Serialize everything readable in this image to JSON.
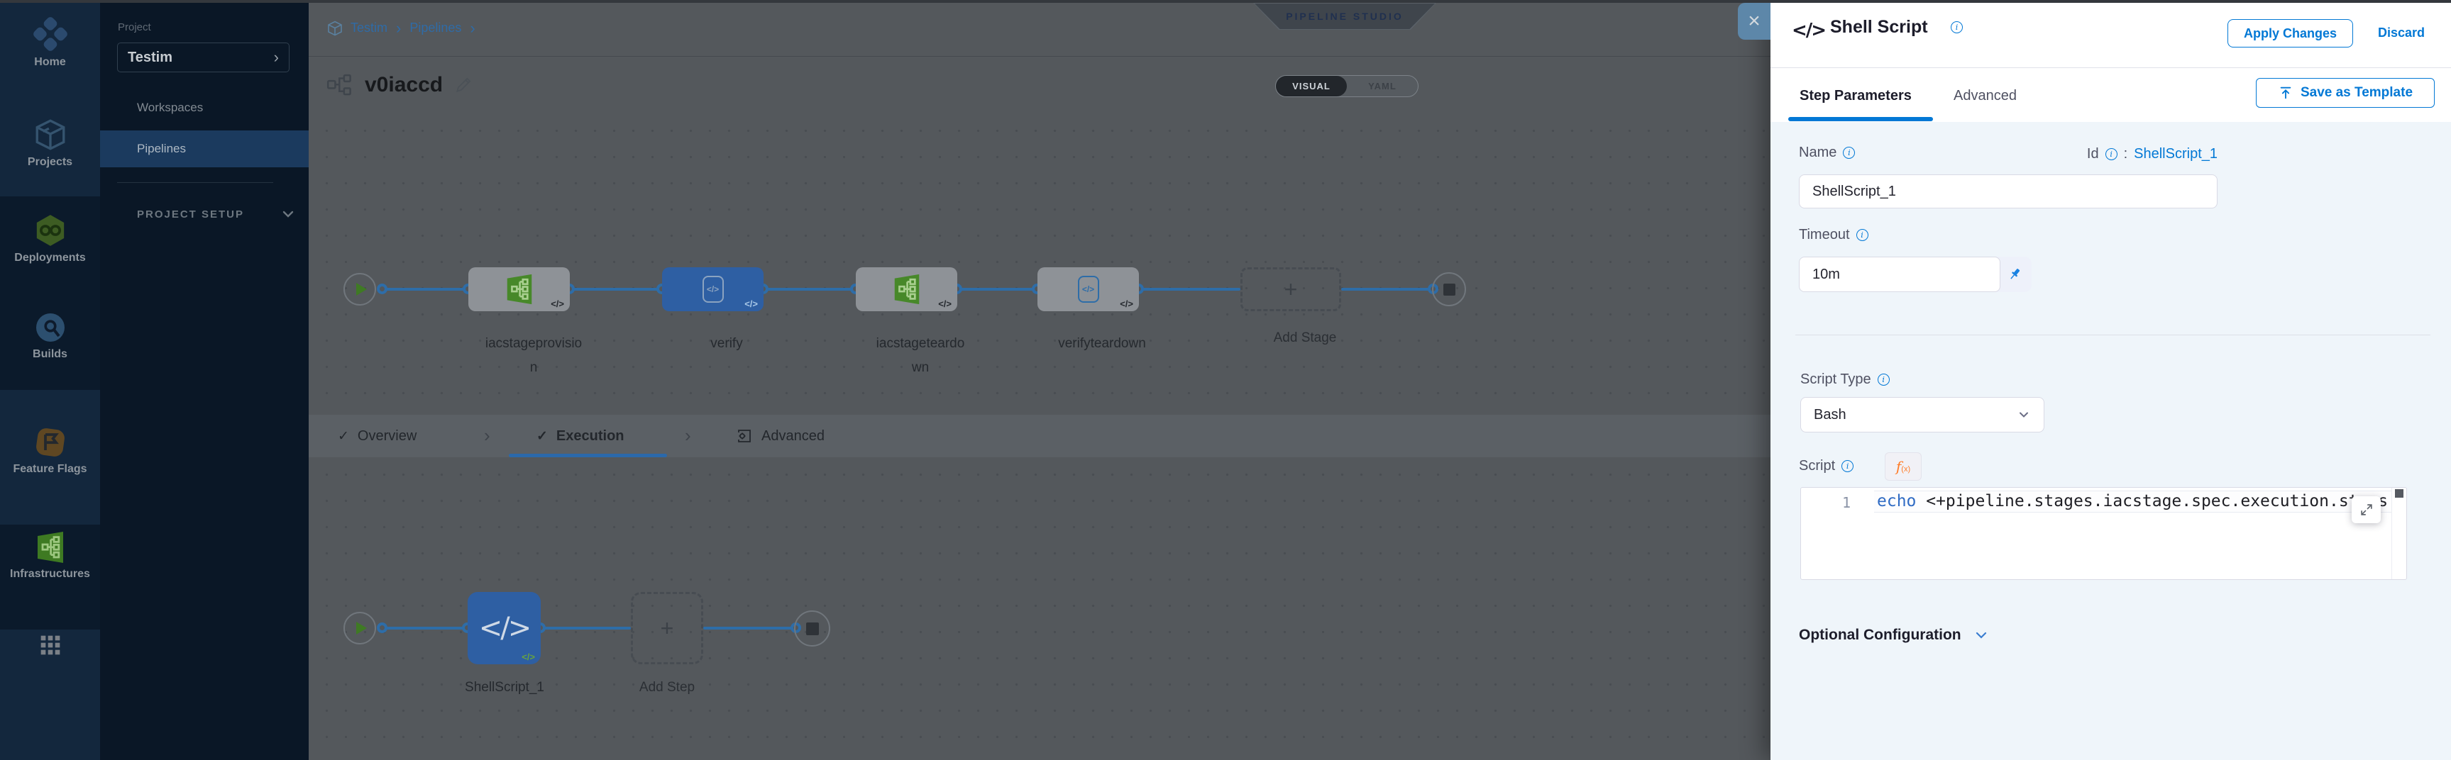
{
  "nav": {
    "items": [
      {
        "label": "Home"
      },
      {
        "label": "Projects"
      },
      {
        "label": "Deployments"
      },
      {
        "label": "Builds"
      },
      {
        "label": "Feature Flags"
      },
      {
        "label": "Infrastructures"
      }
    ]
  },
  "project_sidebar": {
    "section_label": "Project",
    "project_name": "Testim",
    "workspaces": "Workspaces",
    "pipelines": "Pipelines",
    "setup_label": "PROJECT SETUP"
  },
  "canvas": {
    "breadcrumb": {
      "project": "Testim",
      "section": "Pipelines"
    },
    "pipeline_name": "v0iaccd",
    "studio_badge": "PIPELINE STUDIO",
    "view_toggle": {
      "visual": "VISUAL",
      "yaml": "YAML"
    },
    "stages": [
      {
        "line1": "iacstageprovisio",
        "line2": "n"
      },
      {
        "line1": "verify",
        "line2": ""
      },
      {
        "line1": "iacstageteardo",
        "line2": "wn"
      },
      {
        "line1": "verifyteardown",
        "line2": ""
      }
    ],
    "add_stage": "Add Stage",
    "tabs": [
      {
        "label": "Overview"
      },
      {
        "label": "Execution"
      },
      {
        "label": "Advanced"
      }
    ],
    "execution": {
      "step_label": "ShellScript_1",
      "add_step": "Add Step"
    }
  },
  "drawer": {
    "title": "Shell Script",
    "apply_label": "Apply Changes",
    "discard_label": "Discard",
    "tab_step_parameters": "Step Parameters",
    "tab_advanced": "Advanced",
    "save_template_label": "Save as Template",
    "name": {
      "label": "Name",
      "value": "ShellScript_1"
    },
    "id": {
      "label": "Id",
      "sep": ":",
      "value": "ShellScript_1"
    },
    "timeout": {
      "label": "Timeout",
      "value": "10m"
    },
    "script_type": {
      "label": "Script Type",
      "value": "Bash"
    },
    "script": {
      "label": "Script",
      "fx_f": "f",
      "fx_x": "(x)",
      "line_no": "1",
      "code_keyword": "echo",
      "code_rest": " <+pipeline.stages.iacstage.spec.execution.steps.appl"
    },
    "optional_label": "Optional Configuration"
  },
  "colors": {
    "accent_blue": "#0278d5",
    "node_blue": "#2e5fa3",
    "stage_green": "#478829"
  }
}
